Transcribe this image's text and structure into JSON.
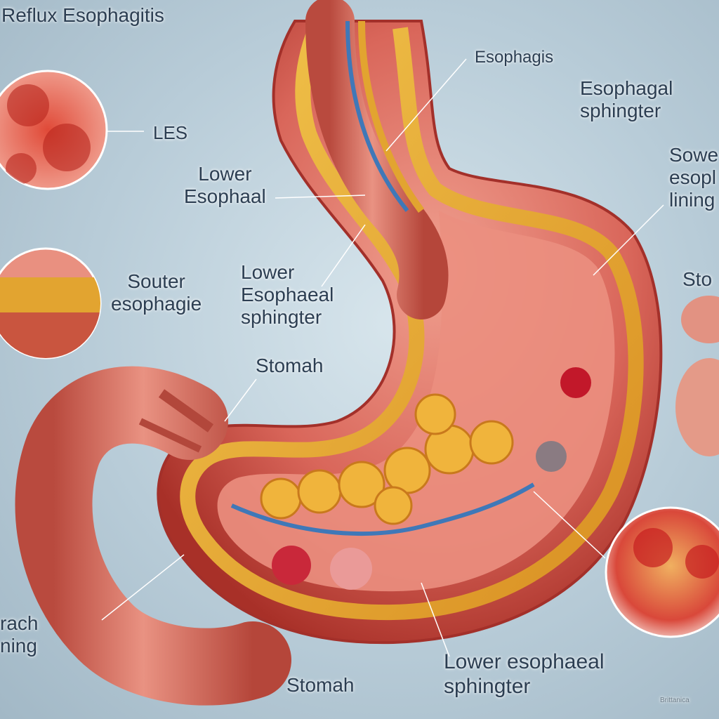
{
  "title": "Reflux Esophagitis",
  "colors": {
    "background": "#bfd1dc",
    "tissue_red": "#c8463a",
    "tissue_pink": "#e07c6c",
    "muscle_yellow": "#e2a430",
    "vein_blue": "#3f78b8",
    "label_text": "#2c3e52"
  },
  "labels": {
    "esophagis": "Esophagis",
    "esophageal_sphincter": [
      "Esophagal",
      "sphingter"
    ],
    "les": "LES",
    "lower_esophageal_left": [
      "Lower",
      "Esophaal"
    ],
    "sower_esophageal_lining": [
      "Sowe",
      "esopl",
      "lining"
    ],
    "souter_esophagie": [
      "Souter",
      "esophagie"
    ],
    "lower_esophageal_sphincter_center": [
      "Lower",
      "Esophaeal",
      "sphingter"
    ],
    "stomach_right": "Sto",
    "stomach_mid": "Stomah",
    "stomach_lining_left": [
      "rach",
      "ning"
    ],
    "stomach_bottom": "Stomah",
    "lower_esophageal_sphincter_bottom": [
      "Lower esophaeal",
      "sphingter"
    ],
    "watermark": "Brittanica"
  },
  "insets": [
    {
      "name": "inset-circle-top-left",
      "depicts": "inflamed esophageal tissue"
    },
    {
      "name": "inset-circle-mid-left",
      "depicts": "esophageal wall layers"
    },
    {
      "name": "inset-circle-bottom-right",
      "depicts": "sphincter tissue close-up"
    }
  ]
}
